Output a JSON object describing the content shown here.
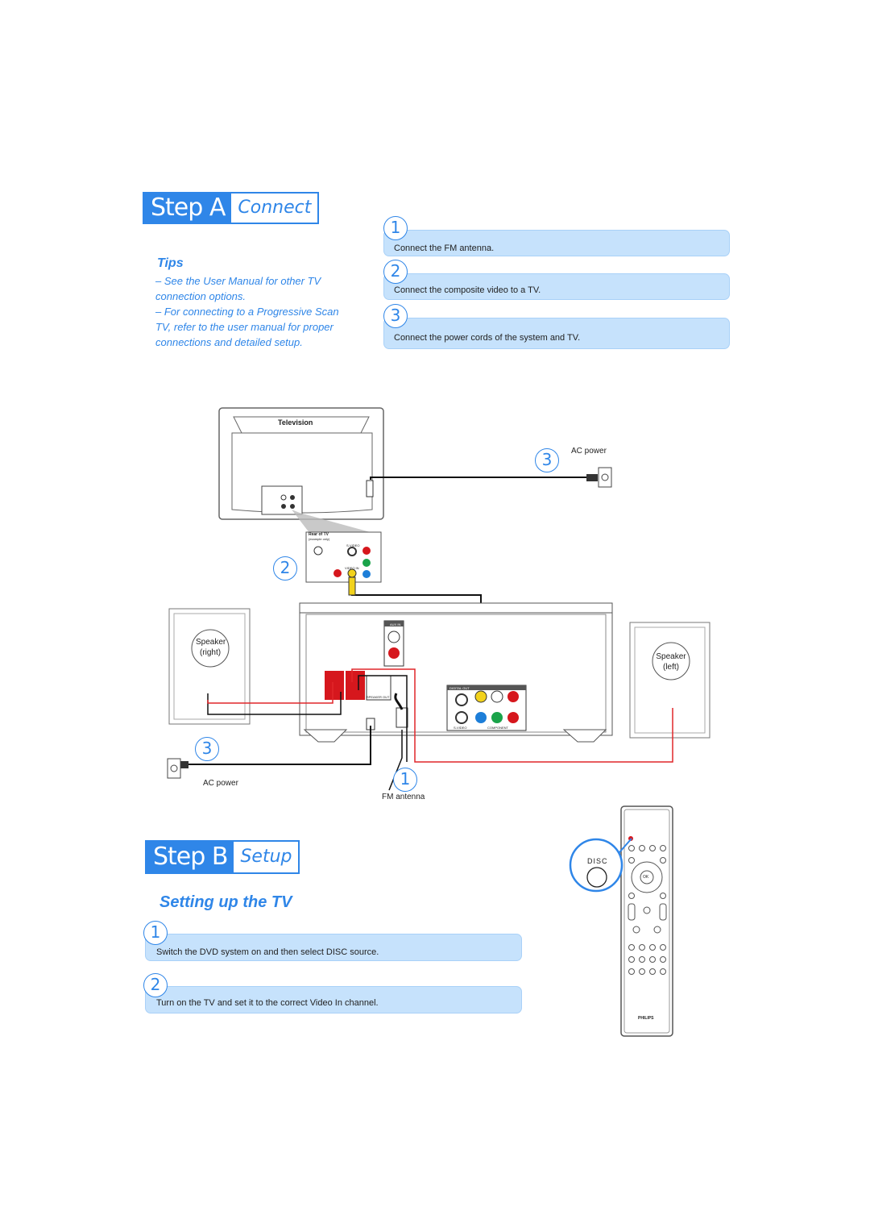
{
  "step_a": {
    "label": "Step A",
    "sub": "Connect"
  },
  "tips": {
    "title": "Tips",
    "items": [
      "– See the User Manual for other TV connection options.",
      "– For connecting to a Progressive Scan TV, refer to the user manual for proper connections and detailed setup."
    ]
  },
  "connect_steps": [
    {
      "num": "1",
      "text": "Connect the FM antenna."
    },
    {
      "num": "2",
      "text": "Connect the composite video to a TV."
    },
    {
      "num": "3",
      "text": "Connect the power cords of the system and TV."
    }
  ],
  "diagram": {
    "tv_label": "Television",
    "rear_tv_label": "Rear of TV",
    "rear_tv_sub": "(example only)",
    "svideo_label": "S-VIDEO",
    "video_in_label": "VIDEO IN",
    "ac_power_right": "AC power",
    "ac_power_left": "AC power",
    "fm_antenna": "FM antenna",
    "speaker_right": [
      "Speaker",
      "(right)"
    ],
    "speaker_left": [
      "Speaker",
      "(left)"
    ],
    "callout_1": "1",
    "callout_2": "2",
    "callout_3a": "3",
    "callout_3b": "3",
    "aux_in_label": "AUX IN",
    "speaker_out_label": "SPEAKER OUT",
    "digital_out_label": "DIGITAL OUT",
    "component_label": "COMPONENT",
    "svideo_out_label": "S-VIDEO"
  },
  "step_b": {
    "label": "Step B",
    "sub": "Setup"
  },
  "setup_title": "Setting up the TV",
  "setup_steps": [
    {
      "num": "1",
      "text": "Switch the DVD system on and then select DISC source."
    },
    {
      "num": "2",
      "text": "Turn on the TV and set it to the correct Video In channel."
    }
  ],
  "remote": {
    "disc_label": "DISC",
    "brand": "PHILIPS",
    "ok_label": "OK"
  },
  "colors": {
    "accent": "#2f86e8",
    "bar_bg": "#c6e2fc",
    "cable_red": "#e0262a",
    "cable_yellow": "#f2d21c"
  }
}
